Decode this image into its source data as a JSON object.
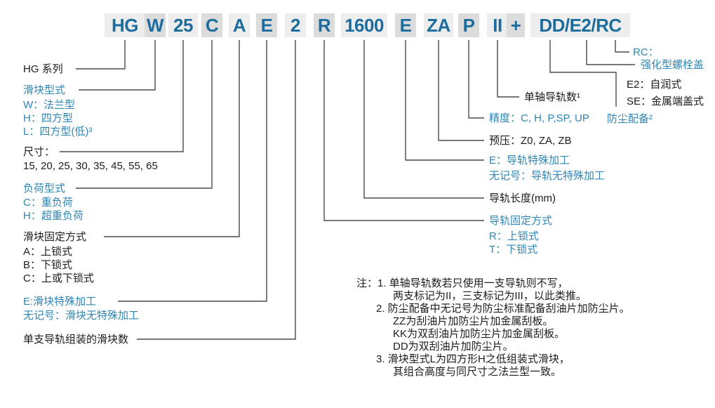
{
  "model_code": {
    "segments": [
      "HG",
      "W",
      "25",
      "C",
      "A",
      "E",
      "2",
      "R",
      "1600",
      "E",
      "ZA",
      "P",
      "II",
      "+",
      "DD/E2/RC"
    ]
  },
  "left_labels": {
    "series": "HG 系列",
    "block_type_title": "滑块型式",
    "block_type_w": "W：法兰型",
    "block_type_h": "H：四方型",
    "block_type_l": "L：四方型(低)³",
    "size_title": "尺寸：",
    "size_values": "15, 20, 25, 30, 35, 45, 55, 65",
    "load_type_title": "负荷型式",
    "load_type_c": "C：重负荷",
    "load_type_h": "H：超重负荷",
    "mount_title": "滑块固定方式",
    "mount_a": "A：上锁式",
    "mount_b": "B：下锁式",
    "mount_c": "C：上或下锁式",
    "block_special": "E:滑块特殊加工",
    "block_special_none": "无记号：滑块无特殊加工",
    "blocks_per_rail": "单支导轨组装的滑块数"
  },
  "right_labels": {
    "rails_count": "单轴导轨数¹",
    "precision": "精度：C, H, P,SP, UP",
    "preload": "预压：Z0, ZA, ZB",
    "rail_special": "E：导轨特殊加工",
    "rail_special_none": "无记号：导轨无特殊加工",
    "rail_length": "导轨长度(mm)",
    "rail_mount_title": "导轨固定方式",
    "rail_mount_r": "R：上锁式",
    "rail_mount_t": "T：下锁式",
    "rc_title": "RC：",
    "rc_desc": "强化型螺栓盖",
    "e2": "E2：自润式",
    "se": "SE：金属端盖式",
    "dust_proof": "防尘配备²"
  },
  "notes": {
    "line1": "注：1. 单轴导轨数若只使用一支导轨则不写，",
    "line2": "两支标记为II，三支标记为III，以此类推。",
    "line3": "2. 防尘配备中无记号为防尘标准配备刮油片加防尘片。",
    "line4": "ZZ为刮油片加防尘片加金属刮板。",
    "line5": "KK为双刮油片加防尘片加金属刮板。",
    "line6": "DD为双刮油片加防尘片。",
    "line7": "3. 滑块型式L为四方形H之低组装式滑块，",
    "line8": "其组合高度与同尺寸之法兰型一致。"
  },
  "colors": {
    "code_blue": "#1c6d9d",
    "label_blue": "#2e86b4",
    "text_black": "#1c1c1c",
    "segment_light": "#ededed",
    "segment_dark": "#dcdcdc",
    "line_gray": "#4a4a4a"
  }
}
